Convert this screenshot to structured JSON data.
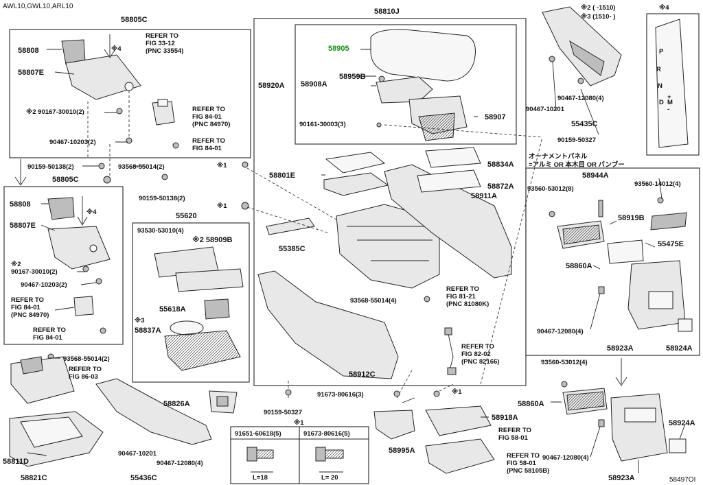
{
  "header": {
    "models": "AWL10,GWL10,ARL10",
    "figure_id": "58497OI"
  },
  "labels": {
    "l58805C_top": "58805C",
    "l58810J": "58810J",
    "l58905": "58905",
    "l58808_a": "58808",
    "l58807E_a": "58807E",
    "ref_33_12": [
      "REFER TO",
      "FIG 33-12",
      "(PNC 33554)"
    ],
    "star4_a": "※4",
    "l90167_a": "※2 90167-30010(2)",
    "ref_84_01_pnc_a": [
      "REFER TO",
      "FIG 84-01",
      "(PNC 84970)"
    ],
    "l90467_10203_a": "90467-10203(2)",
    "ref_84_01_a": [
      "REFER TO",
      "FIG 84-01"
    ],
    "l90159_50138_a": "90159-50138(2)",
    "l93568_a": "93568-55014(2)",
    "l58805C_b": "58805C",
    "l90159_50138_b": "90159-50138(2)",
    "l58808_b": "58808",
    "l58807E_b": "58807E",
    "star4_b": "※4",
    "l90167_b": [
      "※2",
      "90167-30010(2)"
    ],
    "l90467_10203_b": "90467-10203(2)",
    "ref_84_01_pnc_b": [
      "REFER TO",
      "FIG 84-01",
      "(PNC 84970)"
    ],
    "ref_84_01_b": [
      "REFER TO",
      "FIG 84-01"
    ],
    "l93568_b": "93568-55014(2)",
    "ref_86_03": [
      "REFER TO",
      "FIG 86-03"
    ],
    "l58811D": "58811D",
    "l58821C": "58821C",
    "l58920A": "58920A",
    "l58908A": "58908A",
    "l58959B": "58959B",
    "l90161": "90161-30003(3)",
    "l58907": "58907",
    "star1_a": "※1",
    "l58801E": "58801E",
    "star1_b": "※1",
    "l55385C": "55385C",
    "l55620": "55620",
    "l93530": "93530-53010(4)",
    "l58909B": "※2 58909B",
    "l55618A": "55618A",
    "star3": "※3",
    "l58837A": "58837A",
    "l58834A": "58834A",
    "l58872A": "58872A",
    "l58911A": "58911A",
    "l90159_50327_a": "90159-50327",
    "ref_81_21": [
      "REFER TO",
      "FIG 81-21",
      "(PNC 81080K)"
    ],
    "l93568_4": "93568-55014(4)",
    "ref_82_02": [
      "REFER TO",
      "FIG 82-02",
      "(PNC 82166)"
    ],
    "l58912C": "58912C",
    "l58826A": "58826A",
    "l90159_50327_b": "90159-50327",
    "l91673_a": "91673-80616(3)",
    "star1_c": "※1",
    "l58995A": "58995A",
    "l58918A": "58918A",
    "ref_58_01": [
      "REFER TO",
      "FIG 58-01"
    ],
    "ref_58_01_pnc": [
      "REFER TO",
      "FIG 58-01",
      "(PNC 58105B)"
    ],
    "l55436C": "55436C",
    "l90467_10201_a": "90467-10201",
    "l90467_12080_a": "90467-12080(4)",
    "table": {
      "title": "※1",
      "col1": "91651-60618(5)",
      "col2": "91673-80616(5)",
      "len1": "L=18",
      "len2": "L= 20"
    },
    "note2": "※2 (   -1510)",
    "note3": "※3 (1510-   )",
    "star4_c": "※4",
    "l90467_10201_b": "90467-10201",
    "l90467_12080_b": "90467-12080(4)",
    "l55435C": "55435C",
    "jp1": "オーナメントパネル",
    "jp2": "=アルミ OR 本木目 OR バンブー",
    "l58944A": "58944A",
    "l93560_53012_8": "93560-53012(8)",
    "l93560_14012": "93560-14012(4)",
    "l58919B": "58919B",
    "l55475E": "55475E",
    "l58860A_a": "58860A",
    "l90467_12080_c": "90467-12080(4)",
    "l58923A_a": "58923A",
    "l58924A_a": "58924A",
    "l93560_53012_4": "93560-53012(4)",
    "l58860A_b": "58860A",
    "l58924A_b": "58924A",
    "l90467_12080_d": "90467-12080(4)",
    "l58923A_b": "58923A",
    "shift_letters": [
      "P",
      "R",
      "N",
      "D",
      "M",
      "+",
      "-"
    ]
  },
  "colors": {
    "highlight_part": "#1a8a1a",
    "line": "#222222"
  }
}
